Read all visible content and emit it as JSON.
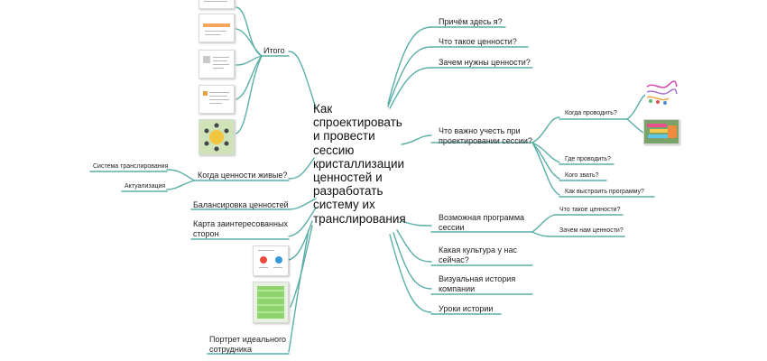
{
  "central_topic": [
    "Как",
    "спроектировать",
    "и провести",
    "сессию",
    "кристаллизации",
    "ценностей и",
    "разработать",
    "систему их",
    "транслирования"
  ],
  "right": {
    "why_me": "Причём здесь я?",
    "what_values": "Что такое ценности?",
    "why_values": "Зачем нужны ценности?",
    "important": [
      "Что важно учесть при",
      "проектировании сессии?"
    ],
    "when": "Когда проводить?",
    "where": "Где проводить?",
    "who": "Кого звать?",
    "program": "Как выстроить программу?",
    "possible_program": [
      "Возможная программа",
      "сессии"
    ],
    "pp_what": "Что такое ценности?",
    "pp_why": "Зачем нам ценности?",
    "culture": [
      "Какая культура у нас",
      "сейчас?"
    ],
    "history": [
      "Визуальная история",
      "компании"
    ],
    "lessons": "Уроки истории"
  },
  "left": {
    "itogo": "Итого",
    "alive": "Когда ценности живые?",
    "translation": "Система транслирования",
    "actualization": "Актуализация",
    "balance": "Балансировка ценностей",
    "stakeholders": [
      "Карта заинтересованных",
      "сторон"
    ],
    "portrait": [
      "Портрет идеального",
      "сотрудника"
    ]
  },
  "colors": {
    "branch": "#5aaea8",
    "text": "#222222"
  }
}
